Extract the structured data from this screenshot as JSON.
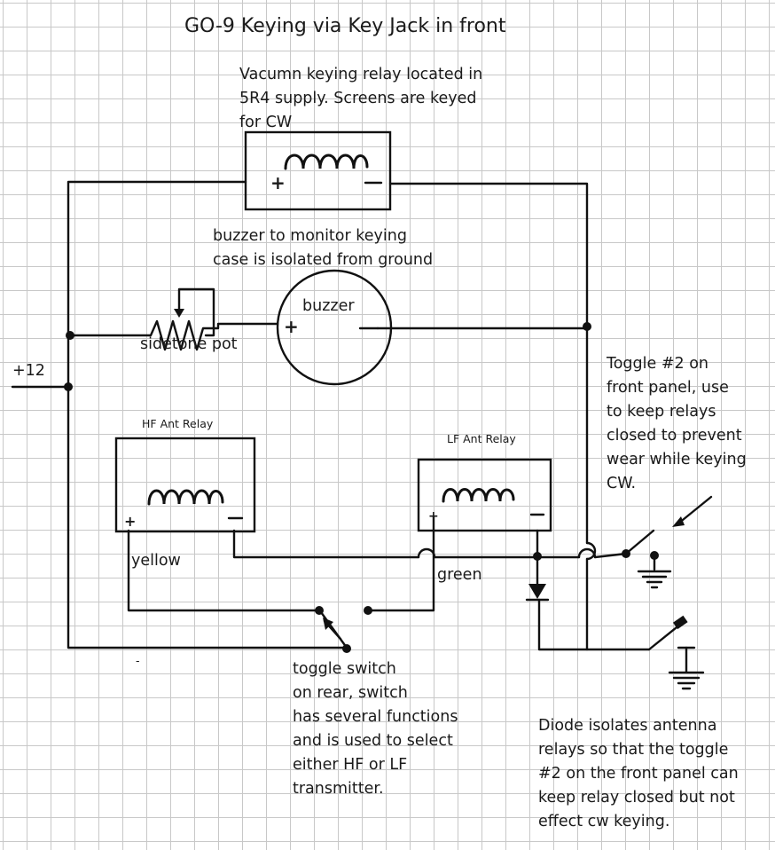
{
  "title": "GO-9 Keying via Key Jack in front",
  "notes": {
    "vacuum_relay": "Vacumn keying relay located in\n5R4  supply. Screens are keyed\nfor CW",
    "buzzer": "buzzer to monitor keying\ncase is isolated from ground",
    "toggle2": "Toggle #2 on\nfront panel, use\nto keep relays\nclosed to prevent\nwear while  keying\nCW.",
    "rear_toggle": "toggle switch\non rear, switch\nhas several functions\nand is used to select\neither HF or LF\ntransmitter.",
    "diode": "Diode isolates antenna\nrelays so that the toggle\n#2 on the front panel can\nkeep relay closed but not\neffect cw keying."
  },
  "labels": {
    "supply": "+12",
    "sidetone_pot": "sidetone pot",
    "buzzer": "buzzer",
    "hf_relay": "HF Ant Relay",
    "lf_relay": "LF Ant Relay",
    "yellow": "yellow",
    "green": "green",
    "plus": "+",
    "minus": "-"
  }
}
